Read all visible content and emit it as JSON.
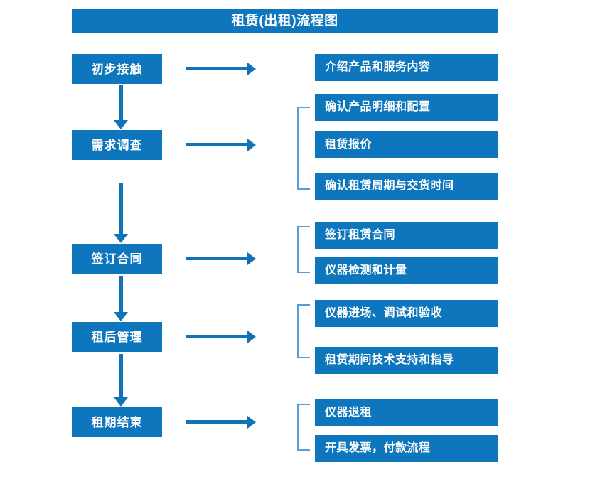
{
  "diagram": {
    "title": "租赁(出租)流程图",
    "accent_color": "#0e76bc",
    "arrow_color": "#1073b8",
    "bracket_color": "#5b9bd5",
    "text_color": "#ffffff",
    "background_color": "#ffffff"
  },
  "stages": [
    {
      "id": "stage-1",
      "label": "初步接触"
    },
    {
      "id": "stage-2",
      "label": "需求调查"
    },
    {
      "id": "stage-3",
      "label": "签订合同"
    },
    {
      "id": "stage-4",
      "label": "租后管理"
    },
    {
      "id": "stage-5",
      "label": "租期结束"
    }
  ],
  "details": [
    {
      "id": "detail-1-1",
      "label": "介绍产品和服务内容"
    },
    {
      "id": "detail-2-1",
      "label": "确认产品明细和配置"
    },
    {
      "id": "detail-2-2",
      "label": "租赁报价"
    },
    {
      "id": "detail-2-3",
      "label": "确认租赁周期与交货时间"
    },
    {
      "id": "detail-3-1",
      "label": "签订租赁合同"
    },
    {
      "id": "detail-3-2",
      "label": "仪器检测和计量"
    },
    {
      "id": "detail-4-1",
      "label": "仪器进场、调试和验收"
    },
    {
      "id": "detail-4-2",
      "label": "租赁期间技术支持和指导"
    },
    {
      "id": "detail-5-1",
      "label": "仪器退租"
    },
    {
      "id": "detail-5-2",
      "label": "开具发票，付款流程"
    }
  ],
  "connectors": {
    "down_arrow_icon": "arrow-down-icon",
    "right_arrow_icon": "arrow-right-icon",
    "bracket_icon": "group-bracket-icon"
  }
}
